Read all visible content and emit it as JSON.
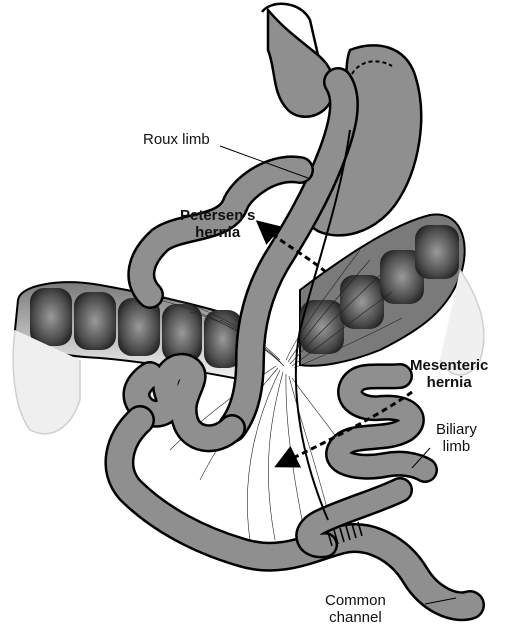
{
  "labels": {
    "roux": "Roux limb",
    "petersens_1": "Petersen’s",
    "petersens_2": "hernia",
    "mesenteric_1": "Mesenteric",
    "mesenteric_2": "hernia",
    "biliary_1": "Biliary",
    "biliary_2": "limb",
    "common_1": "Common",
    "common_2": "channel"
  },
  "colors": {
    "bowel_fill": "#8a8a8a",
    "outline": "#000000",
    "colon_light": "#bdbdbd",
    "colon_dark": "#3a3a3a",
    "mesentery_line": "#222222"
  }
}
